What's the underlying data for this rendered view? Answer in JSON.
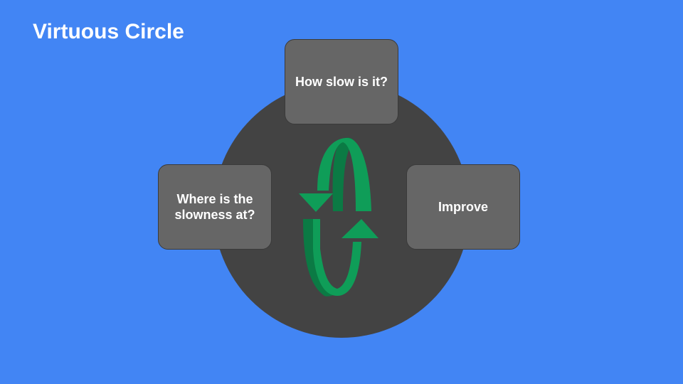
{
  "slide": {
    "title": "Virtuous Circle",
    "steps": [
      {
        "label": "How slow is it?"
      },
      {
        "label": "Improve"
      },
      {
        "label": "Where is the slowness at?"
      }
    ]
  },
  "colors": {
    "background": "#4285f4",
    "circle": "#434343",
    "box": "#666666",
    "box_text": "#ffffff",
    "arrow_light": "#0f9d58",
    "arrow_dark": "#0b7a44"
  },
  "icons": {
    "center": "cycle-arrows-icon"
  }
}
